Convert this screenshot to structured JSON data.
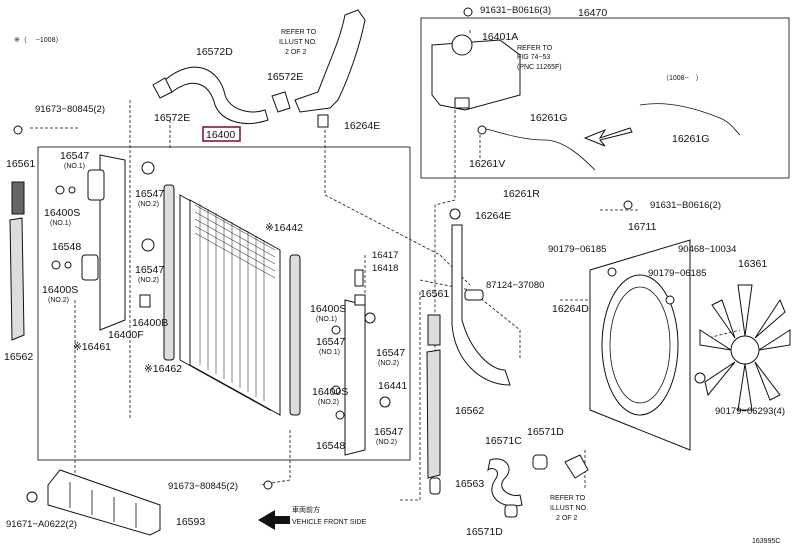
{
  "labels": {
    "note_top_left": "※（　 −1008）",
    "p16572D": "16572D",
    "p16572E_a": "16572E",
    "p16572E_b": "16572E",
    "refer1_a": "REFER TO",
    "refer1_b": "ILLUST NO.",
    "refer1_c": "2 OF 2",
    "p16264E_a": "16264E",
    "p16400": "16400",
    "p91673_a": "91673−80845(2)",
    "p16561_a": "16561",
    "p16547_a": "16547",
    "p16547_a_sub": "(NO.1)",
    "p16400S_a": "16400S",
    "p16400S_a_sub": "(NO.1)",
    "p16547_b": "16547",
    "p16547_b_sub": "(NO.2)",
    "p16548_a": "16548",
    "p16547_c": "16547",
    "p16547_c_sub": "(NO.2)",
    "p16400S_b": "16400S",
    "p16400S_b_sub": "(NO.2)",
    "p16400B": "16400B",
    "p16400F": "16400F",
    "p16461": "※16461",
    "p16562_a": "16562",
    "p16462": "※16462",
    "p16442": "※16442",
    "p16417": "16417",
    "p16418": "16418",
    "p16400S_c": "16400S",
    "p16400S_c_sub": "(NO.1)",
    "p16547_d": "16547",
    "p16547_d_sub": "(NO.1)",
    "p16547_e": "16547",
    "p16547_e_sub": "(NO.2)",
    "p16441": "16441",
    "p16400S_d": "16400S",
    "p16400S_d_sub": "(NO.2)",
    "p16547_f": "16547",
    "p16547_f_sub": "(NO.2)",
    "p16548_b": "16548",
    "p91673_b": "91673−80845(2)",
    "p91671": "91671−A0622(2)",
    "p16593": "16593",
    "front_jp": "車両前方",
    "front_en": "VEHICLE FRONT SIDE",
    "p91631_a": "91631−B0616(3)",
    "p16470": "16470",
    "p16401A": "16401A",
    "refer2_a": "REFER TO",
    "refer2_b": "FIG 74−53",
    "refer2_c": "(PNC 11265F)",
    "paren_1008": "（1008−　）",
    "p16261G_a": "16261G",
    "p16261G_b": "16261G",
    "p16261V": "16261V",
    "p16261R": "16261R",
    "p16264E_b": "16264E",
    "p91631_b": "91631−B0616(2)",
    "p16711": "16711",
    "p90179_a": "90179−06185",
    "p90468": "90468−10034",
    "p90179_b": "90179−06185",
    "p16361": "16361",
    "p87124": "87124−37080",
    "p16561_b": "16561",
    "p16264D": "16264D",
    "p90179_c": "90179−06293(4)",
    "p16562_b": "16562",
    "p16571C": "16571C",
    "p16571D": "16571D",
    "p16563": "16563",
    "refer3_a": "REFER TO",
    "refer3_b": "ILLUST NO.",
    "refer3_c": "2 OF 2",
    "p16571D_b": "16571D",
    "page_ref": "163995C"
  }
}
